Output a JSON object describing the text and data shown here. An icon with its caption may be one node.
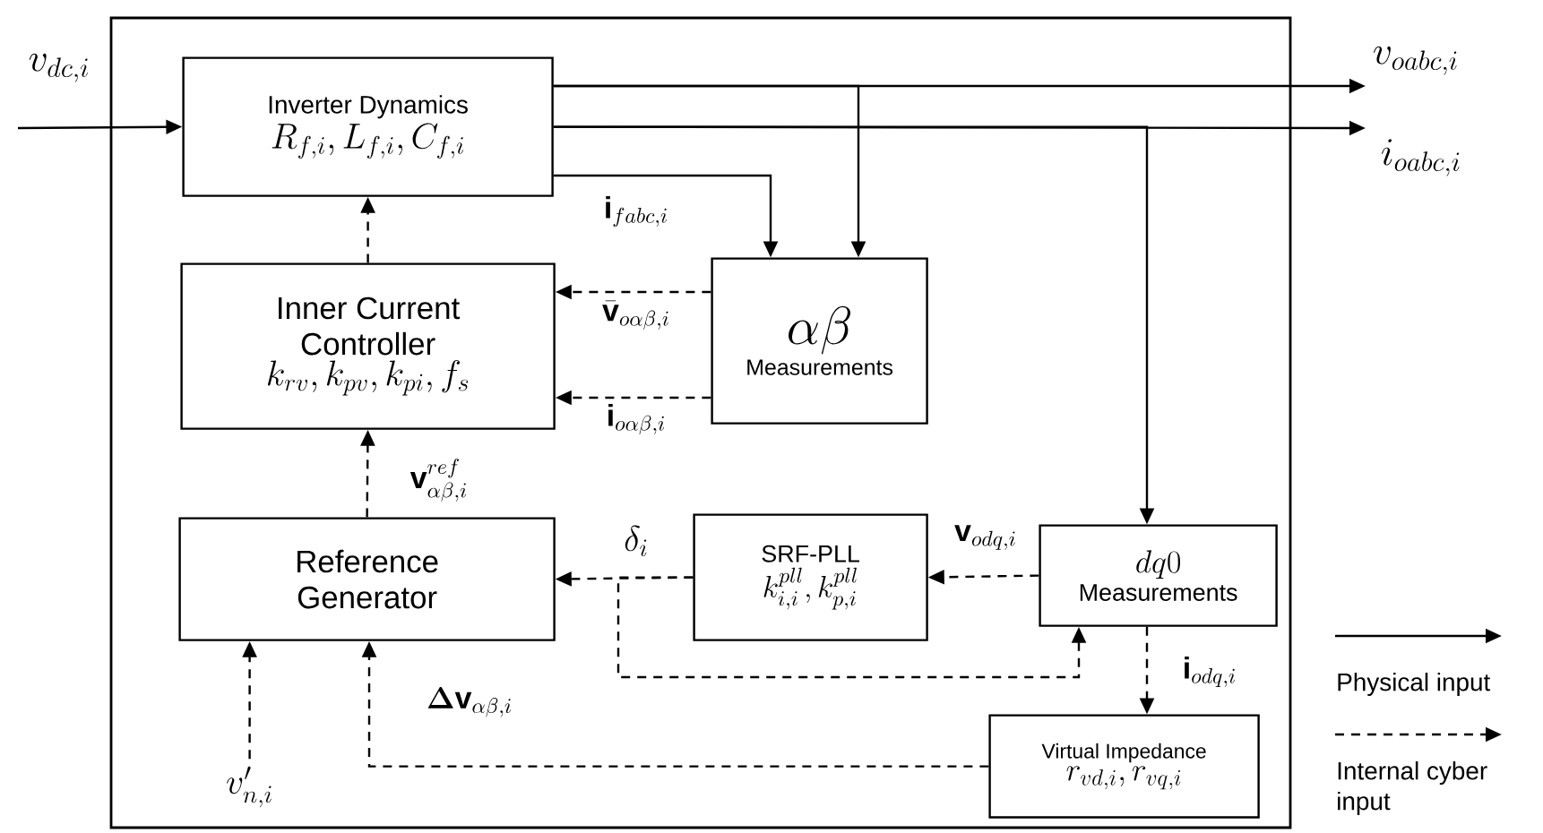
{
  "diagram": {
    "nodes": [
      {
        "text": [],
        "shape": "box"
      },
      {
        "text": [
          "Inverter Dynamics",
          "R_{f,i}, L_{f,i}, C_{f,i}"
        ],
        "in": 0
      },
      {
        "text": [
          "\\alpha\\beta",
          "Measurements"
        ],
        "in": 0
      },
      {
        "text": [
          "Inner Current Controller",
          "k_{rv}, k_{pv}, k_{pi}, f_s"
        ],
        "in": 0
      },
      {
        "text": [
          "Reference Generator"
        ],
        "in": 0
      },
      {
        "text": [
          "SRF-PLL",
          "k_{i,i}^{pll}, k_{p,i}^{pll}"
        ],
        "in": 0
      },
      {
        "text": [
          "dq0",
          "Measurements"
        ],
        "in": 0
      },
      {
        "text": [
          "Virtual Impedance",
          "r_{vd,i}, r_{vq,i}"
        ],
        "in": 0
      },
      {
        "text": [
          "v'_{n,i}"
        ],
        "in": 0
      }
    ],
    "edges": [
      {
        "from": null,
        "to": 1,
        "arrow": "to",
        "label": "v_{dc,i}"
      },
      {
        "from": 1,
        "to": null,
        "arrow": "to",
        "label": "v_{oabc,i}"
      },
      {
        "from": 1,
        "to": null,
        "arrow": "to",
        "label": "i_{oabc,i}"
      },
      {
        "from": 1,
        "to": 2,
        "arrow": "to",
        "label": "\\mathbf{i}_{fabc,i}"
      },
      {
        "from": 1,
        "to": 2,
        "arrow": "to"
      },
      {
        "from": 1,
        "to": 6,
        "arrow": "to"
      },
      {
        "from": 2,
        "to": 3,
        "arrow": "to",
        "style": "dashed",
        "label": "\\bar{\\mathbf{v}}_{o\\alpha\\beta,i}"
      },
      {
        "from": 2,
        "to": 3,
        "arrow": "to",
        "style": "dashed",
        "label": "\\mathbf{i}_{o\\alpha\\beta,i}"
      },
      {
        "from": 3,
        "to": 1,
        "arrow": "to",
        "style": "dashed"
      },
      {
        "from": 4,
        "to": 3,
        "arrow": "to",
        "style": "dashed",
        "label": "\\mathbf{v}_{\\alpha\\beta,i}^{ref}"
      },
      {
        "from": 5,
        "to": 4,
        "arrow": "to",
        "style": "dashed",
        "label": "\\delta_i"
      },
      {
        "from": 5,
        "to": 6,
        "arrow": "to",
        "style": "dashed"
      },
      {
        "from": 6,
        "to": 5,
        "arrow": "to",
        "style": "dashed",
        "label": "\\mathbf{v}_{odq,i}"
      },
      {
        "from": 6,
        "to": 7,
        "arrow": "to",
        "style": "dashed",
        "label": "\\mathbf{i}_{odq,i}"
      },
      {
        "from": 7,
        "to": 4,
        "arrow": "to",
        "style": "dashed",
        "label": "\\boldsymbol{\\Delta}\\mathbf{v}_{\\alpha\\beta,i}"
      },
      {
        "from": 8,
        "to": 4,
        "arrow": "to",
        "style": "dashed"
      }
    ],
    "legend": [
      {
        "text": "Physical input"
      },
      {
        "text": "Internal cyber input"
      }
    ]
  }
}
